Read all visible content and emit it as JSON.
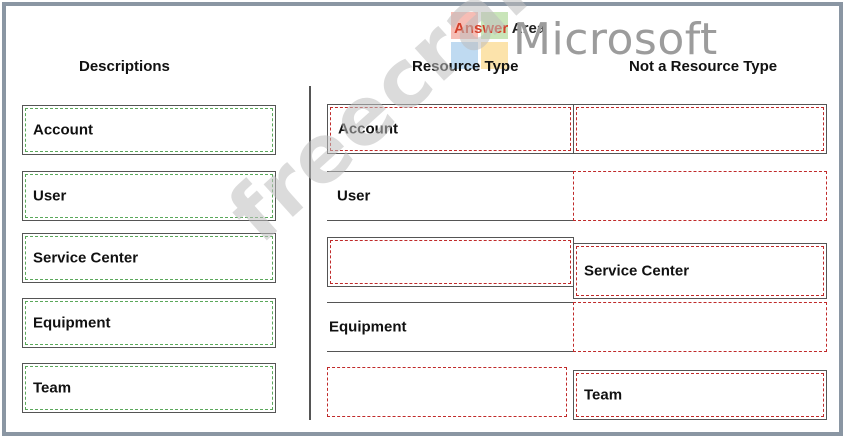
{
  "header": {
    "answer_area_part1": "Answer",
    "answer_area_part2": " Area",
    "brand": "Microsoft"
  },
  "columns": {
    "descriptions": "Descriptions",
    "resource_type": "Resource Type",
    "not_resource_type": "Not a Resource Type"
  },
  "descriptions": [
    {
      "label": "Account"
    },
    {
      "label": "User"
    },
    {
      "label": "Service Center"
    },
    {
      "label": "Equipment"
    },
    {
      "label": "Team"
    }
  ],
  "resource_type_slots": [
    {
      "label": "Account"
    },
    {
      "label": "User"
    },
    {
      "label": ""
    },
    {
      "label": "Equipment"
    },
    {
      "label": ""
    }
  ],
  "not_resource_type_slots": [
    {
      "label": ""
    },
    {
      "label": ""
    },
    {
      "label": "Service Center"
    },
    {
      "label": ""
    },
    {
      "label": "Team"
    }
  ],
  "watermark": "freecram.net",
  "colors": {
    "frame_border": "#8a96a3",
    "desc_dash": "#5aa85a",
    "target_dash": "#c02a2a"
  }
}
